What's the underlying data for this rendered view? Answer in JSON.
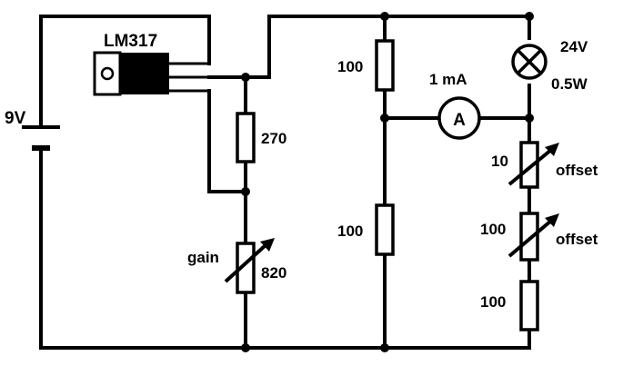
{
  "battery": {
    "label": "9V"
  },
  "regulator": {
    "label": "LM317"
  },
  "gain_block": {
    "r_fixed": "270",
    "pot_name": "gain",
    "pot_value": "820"
  },
  "middle_divider": {
    "r_top": "100",
    "r_bottom": "100"
  },
  "meter": {
    "label": "1 mA",
    "symbol": "A"
  },
  "lamp": {
    "voltage": "24V",
    "power": "0.5W"
  },
  "offset_chain": {
    "pot1_value": "10",
    "pot1_name": "offset",
    "pot2_value": "100",
    "pot2_name": "offset",
    "r_fixed": "100"
  }
}
